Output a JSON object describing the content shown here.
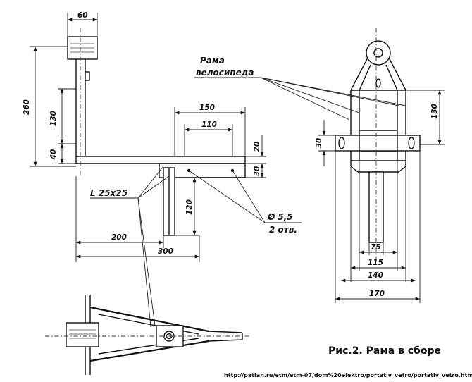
{
  "caption": "Рис.2. Рама в сборе",
  "source_url": "http://patlah.ru/etm/etm-07/dom%20elektro/portativ_vetro/portativ_vetro.htm",
  "labels": {
    "frame_line1": "Рама",
    "frame_line2": "велосипеда",
    "angle_profile": "L 25x25",
    "hole_diameter": "Ø 5,5",
    "hole_count": "2 отв."
  },
  "dimensions": {
    "mast_width": "60",
    "total_height": "260",
    "mast_mid": "130",
    "base_offset": "40",
    "arm_length": "150",
    "hole_spacing": "110",
    "plate_20": "20",
    "plate_30": "30",
    "support_height": "120",
    "length_200": "200",
    "length_300": "300",
    "right_130": "130",
    "right_30": "30",
    "width_75": "75",
    "width_115": "115",
    "width_140": "140",
    "width_170": "170"
  }
}
